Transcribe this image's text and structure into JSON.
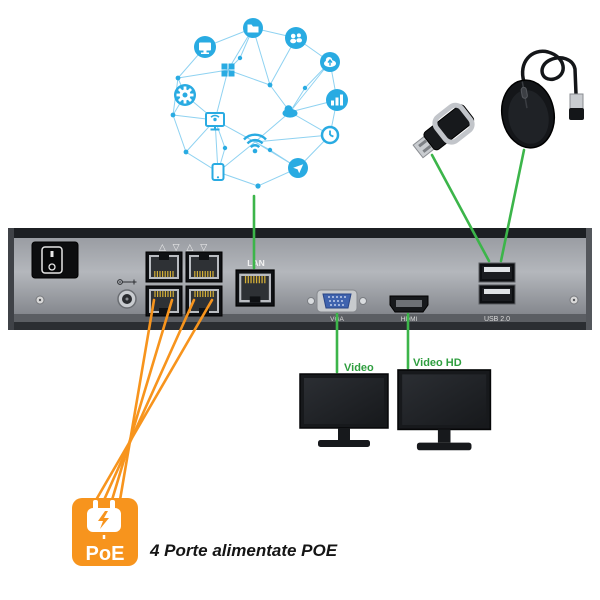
{
  "colors": {
    "icon_blue": "#29ABE2",
    "mesh_blue": "#8fd2f1",
    "cable_green": "#3CB54A",
    "poe_orange": "#F7941D",
    "panel_dark": "#1c1f23"
  },
  "sphere": {
    "icons": [
      "monitor-icon",
      "folder-icon",
      "people-icon",
      "cloud-upload-icon",
      "windows-icon",
      "bar-chart-icon",
      "gear-icon",
      "monitor-wifi-icon",
      "cloud-icon",
      "clock-icon",
      "wifi-icon",
      "tablet-icon",
      "send-icon"
    ]
  },
  "device": {
    "ports": {
      "triangle_marks": "△ ▽ △ ▽",
      "lan": "LAN",
      "vga": "VGA",
      "hdmi": "HDMI",
      "usb": "USB 2.0"
    }
  },
  "peripherals": {
    "flash_drive": "usb-flash-drive",
    "mouse": "usb-mouse"
  },
  "monitors": {
    "video_label": "Video",
    "video_hd_label": "Video HD"
  },
  "poe": {
    "badge": "PoE",
    "caption": "4 Porte alimentate POE"
  }
}
